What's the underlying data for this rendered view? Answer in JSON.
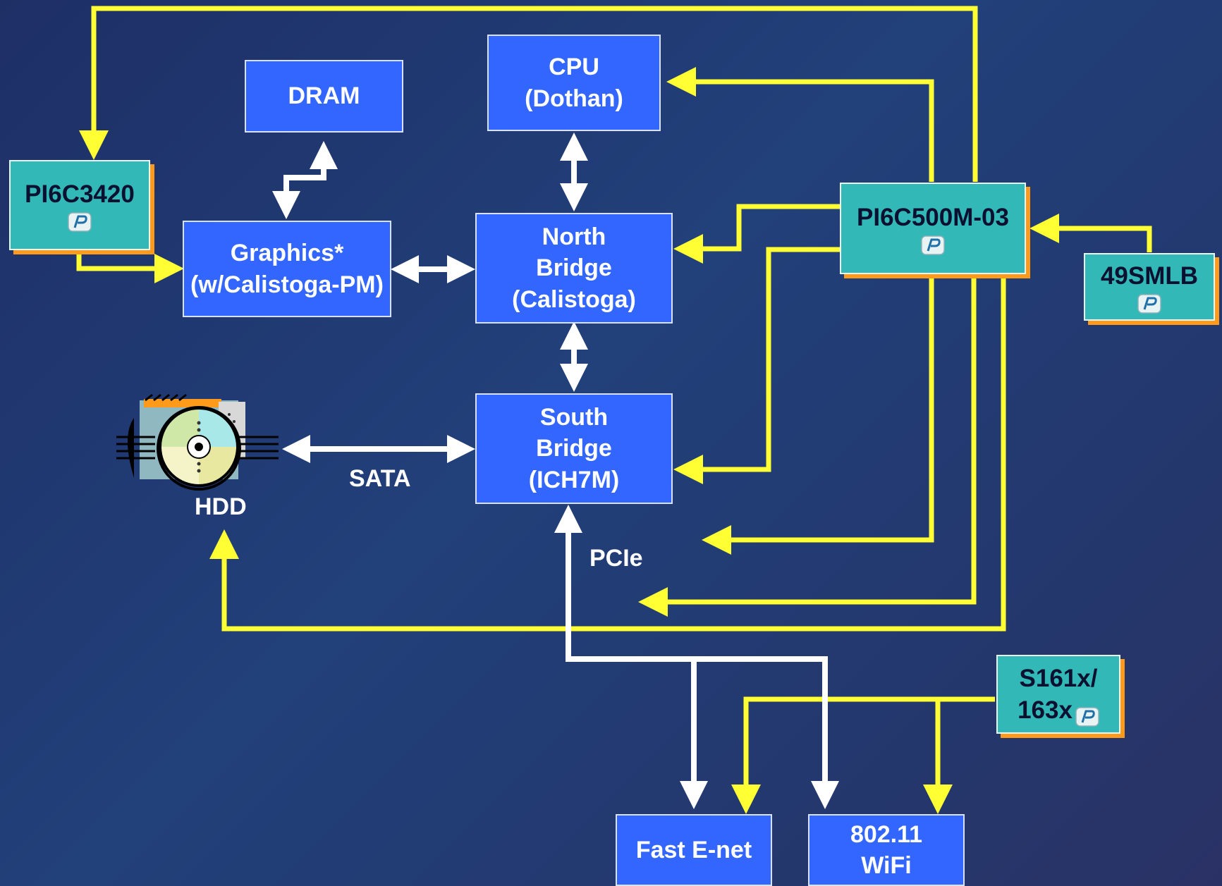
{
  "colors": {
    "background": "#22407a",
    "bus_box": "#3366ff",
    "clock_chip": "#33b8b8",
    "clock_line": "#ffff33",
    "data_line": "#ffffff",
    "shadow": "#ff9a1a"
  },
  "boxes": {
    "cpu": {
      "line1": "CPU",
      "line2": "(Dothan)"
    },
    "dram": {
      "line1": "DRAM"
    },
    "north_bridge": {
      "line1": "North",
      "line2": "Bridge",
      "line3": "(Calistoga)"
    },
    "graphics": {
      "line1": "Graphics*",
      "line2": "(w/Calistoga-PM)"
    },
    "south_bridge": {
      "line1": "South",
      "line2": "Bridge",
      "line3": "(ICH7M)"
    },
    "fast_enet": {
      "line1": "Fast E-net"
    },
    "wifi": {
      "line1": "802.11",
      "line2": "WiFi"
    }
  },
  "chips": {
    "pi6c3420": {
      "label": "PI6C3420",
      "icon": "pericom-logo-icon"
    },
    "pi6c500m": {
      "label": "PI6C500M-03",
      "icon": "pericom-logo-icon"
    },
    "smlb": {
      "label": "49SMLB",
      "icon": "pericom-logo-icon"
    },
    "s161x": {
      "line1": "S161x/",
      "line2": "163x",
      "icon": "pericom-logo-icon"
    }
  },
  "labels": {
    "sata": "SATA",
    "hdd": "HDD",
    "pcie": "PCIe"
  },
  "icons": {
    "hdd": "hard-disk-clipart-icon"
  }
}
